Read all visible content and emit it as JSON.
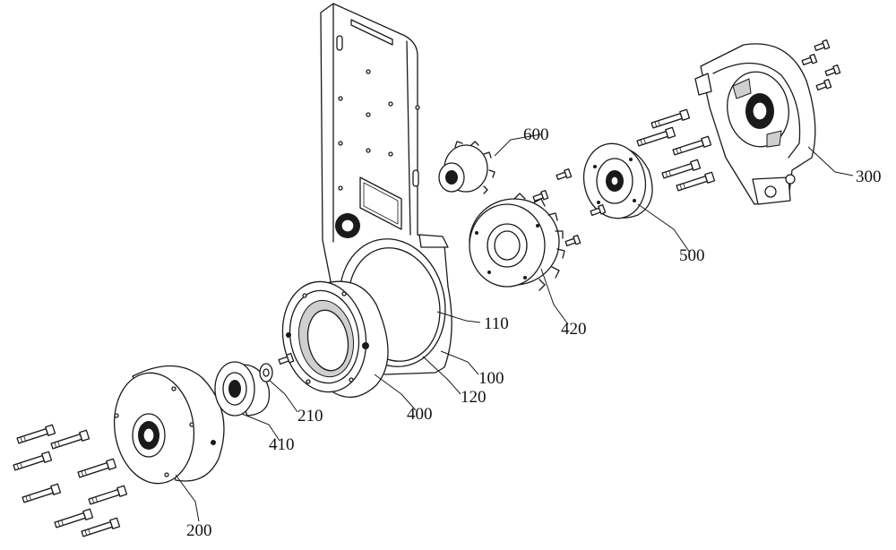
{
  "labels": {
    "l100": "100",
    "l110": "110",
    "l120": "120",
    "l200": "200",
    "l210": "210",
    "l300": "300",
    "l400": "400",
    "l410": "410",
    "l420": "420",
    "l500": "500",
    "l600": "600"
  }
}
